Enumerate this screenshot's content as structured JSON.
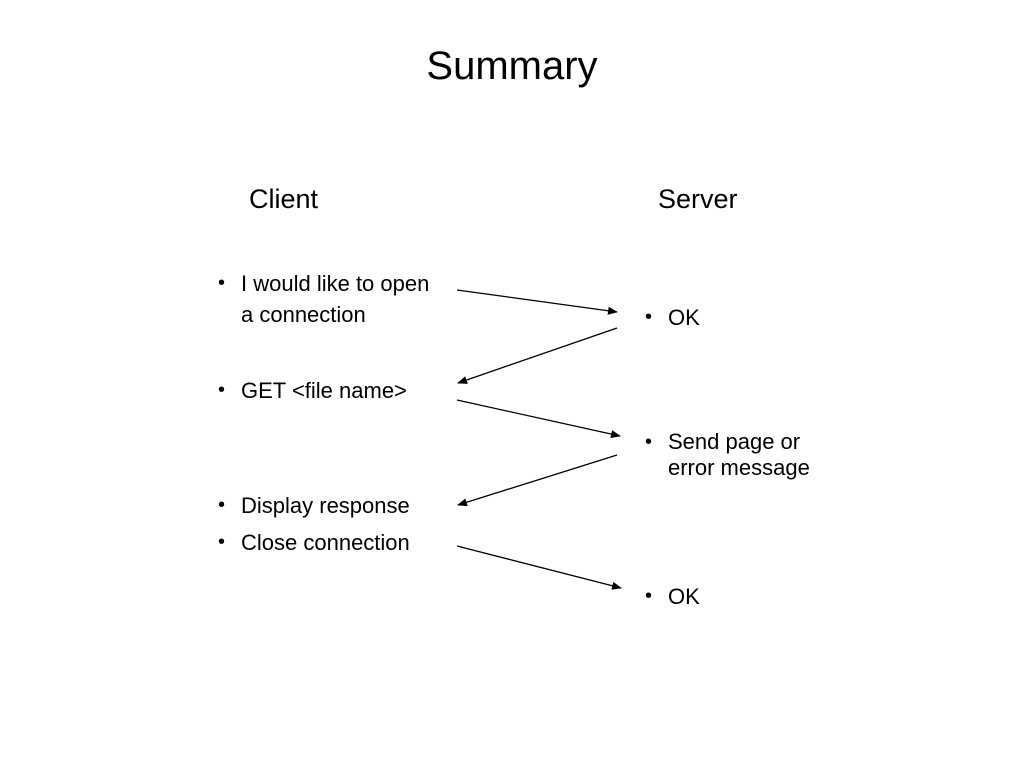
{
  "title": "Summary",
  "client": {
    "heading": "Client",
    "items": [
      "I would like to open\na connection",
      "GET <file name>",
      "Display response",
      "Close connection"
    ]
  },
  "server": {
    "heading": "Server",
    "items": [
      "OK",
      "Send page or\nerror message",
      "OK"
    ]
  },
  "bullet": "•",
  "colors": {
    "text": "#000000",
    "background": "#ffffff",
    "arrow": "#000000"
  },
  "messages": [
    {
      "from": "client.0",
      "to": "server.0"
    },
    {
      "from": "server.0",
      "to": "client.1"
    },
    {
      "from": "client.1",
      "to": "server.1"
    },
    {
      "from": "server.1",
      "to": "client.2"
    },
    {
      "from": "client.3",
      "to": "server.2"
    }
  ]
}
